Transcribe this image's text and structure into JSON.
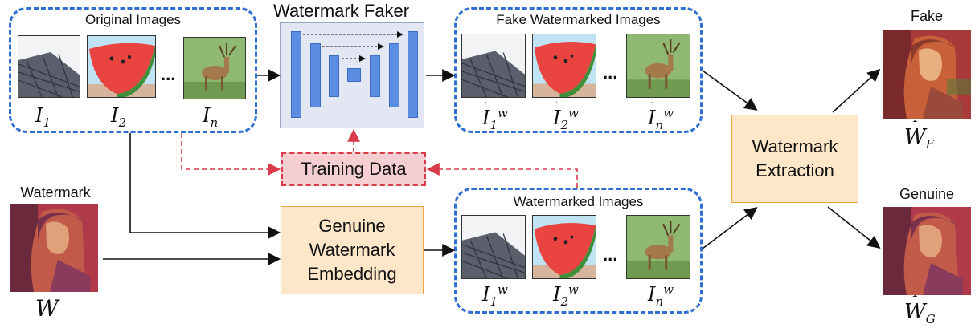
{
  "original_images": {
    "title": "Original Images",
    "labels": [
      "I",
      "I",
      "I"
    ],
    "subscripts": [
      "1",
      "2",
      "n"
    ]
  },
  "faker": {
    "title": "Watermark Faker"
  },
  "fake_watermarked": {
    "title": "Fake Watermarked Images",
    "subscripts": [
      "1",
      "2",
      "n"
    ],
    "superscript": "w"
  },
  "training_data": {
    "label": "Training Data"
  },
  "watermark": {
    "title": "Watermark",
    "symbol": "W"
  },
  "embedding": {
    "label": "Genuine Watermark Embedding"
  },
  "watermarked": {
    "title": "Watermarked Images",
    "subscripts": [
      "1",
      "2",
      "n"
    ],
    "superscript": "w"
  },
  "extraction": {
    "label": "Watermark Extraction"
  },
  "fake_output": {
    "title": "Fake",
    "subscript": "F"
  },
  "genuine_output": {
    "title": "Genuine",
    "subscript": "G"
  },
  "ellipsis": "...",
  "colors": {
    "dashed_blue": "#2f6fd1",
    "red_dashed": "#d83a4a",
    "orange_fill": "#fde7c8",
    "faker_fill": "#e3e7f4",
    "bar_blue": "#5b8de3"
  }
}
